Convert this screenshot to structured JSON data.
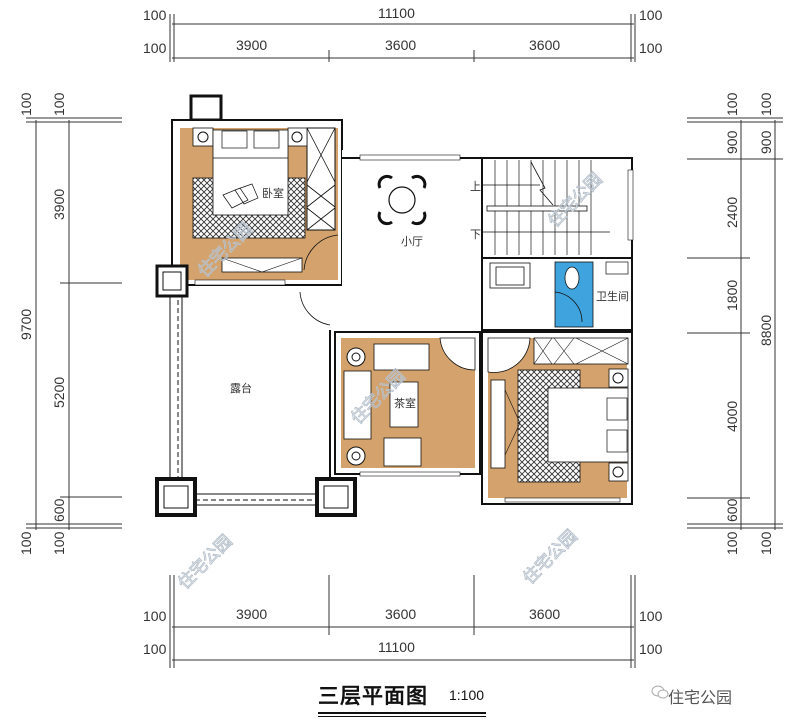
{
  "title": {
    "text": "三层平面图",
    "scale": "1:100"
  },
  "brand": {
    "icon": "wechat-icon",
    "text": "住宅公园"
  },
  "watermark": "住宅公园",
  "colors": {
    "floor_tan": "#d4a26c",
    "bath_blue": "#3fa3dd",
    "wall": "#1a1a1a",
    "dim_line": "#333333"
  },
  "dimensions": {
    "top": {
      "outer_left": "100",
      "outer_total": "11100",
      "outer_right": "100",
      "inner_left": "100",
      "segments": [
        "3900",
        "3600",
        "3600"
      ],
      "inner_right": "100"
    },
    "bottom": {
      "inner_left": "100",
      "segments": [
        "3900",
        "3600",
        "3600"
      ],
      "inner_right": "100",
      "outer_left": "100",
      "outer_total": "11100",
      "outer_right": "100"
    },
    "left": {
      "outer_top": "100",
      "outer_total": "9700",
      "outer_bottom": "100",
      "inner_top": "100",
      "segments": [
        "3900",
        "5200",
        "600"
      ],
      "inner_bottom": "100"
    },
    "right": {
      "inner_top": "100",
      "segments": [
        "900",
        "2400",
        "1800",
        "4000",
        "600"
      ],
      "inner_bottom": "100",
      "outer_top": "100",
      "outer_first": "900",
      "outer_total": "8800",
      "outer_bottom": "100"
    }
  },
  "rooms": [
    {
      "id": "bedroom-1",
      "label": "卧室"
    },
    {
      "id": "small-hall",
      "label": "小厅"
    },
    {
      "id": "terrace",
      "label": "露台"
    },
    {
      "id": "tea-room",
      "label": "茶室"
    },
    {
      "id": "bathroom",
      "label": "卫生间"
    },
    {
      "id": "bedroom-2",
      "label": ""
    }
  ],
  "stairs": {
    "up_label": "上",
    "down_label": "下"
  }
}
